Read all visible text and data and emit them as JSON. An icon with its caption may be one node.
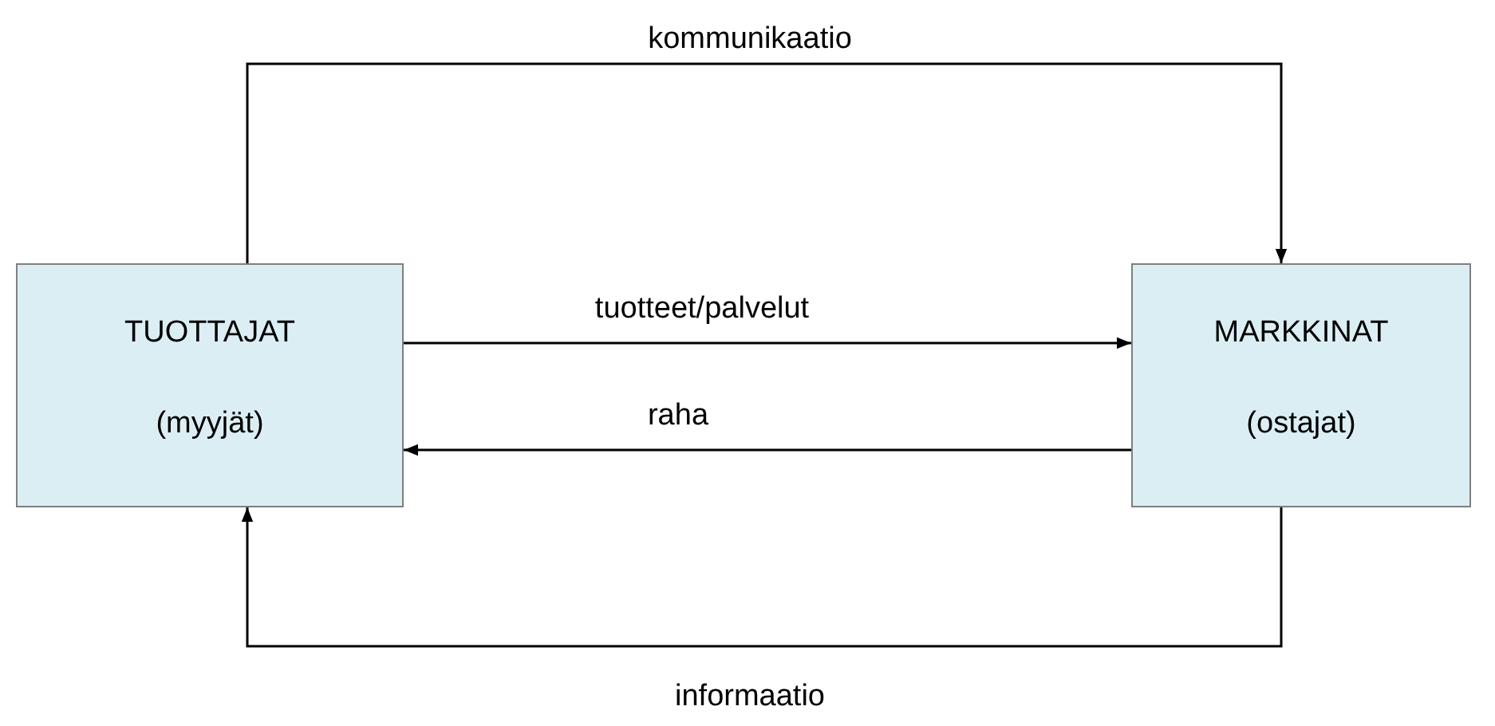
{
  "diagram": {
    "nodes": [
      {
        "text": [
          "TUOTTAJAT",
          "(myyjät)"
        ]
      },
      {
        "text": [
          "MARKKINAT",
          "(ostajat)"
        ]
      }
    ],
    "edges": [
      {
        "from": 0,
        "to": 1,
        "arrow": "to",
        "label": "kommunikaatio"
      },
      {
        "from": 0,
        "to": 1,
        "arrow": "to",
        "label": "tuotteet/palvelut"
      },
      {
        "from": 1,
        "to": 0,
        "arrow": "to",
        "label": "raha"
      },
      {
        "from": 1,
        "to": 0,
        "arrow": "to",
        "label": "informaatio"
      }
    ]
  }
}
